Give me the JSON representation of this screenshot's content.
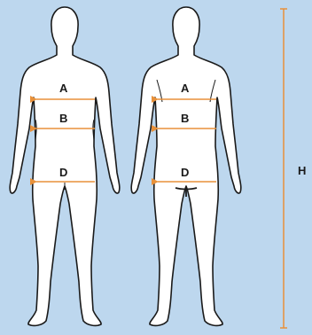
{
  "labels": {
    "a": "A",
    "b": "B",
    "d": "D",
    "h": "H"
  },
  "colors": {
    "background": "#bdd7ee",
    "figure_fill": "#ffffff",
    "figure_stroke": "#1a1a1a",
    "measure_arrow": "#e8913a",
    "label_text": "#1a1a1a"
  },
  "figures": [
    "front-view",
    "back-view"
  ]
}
